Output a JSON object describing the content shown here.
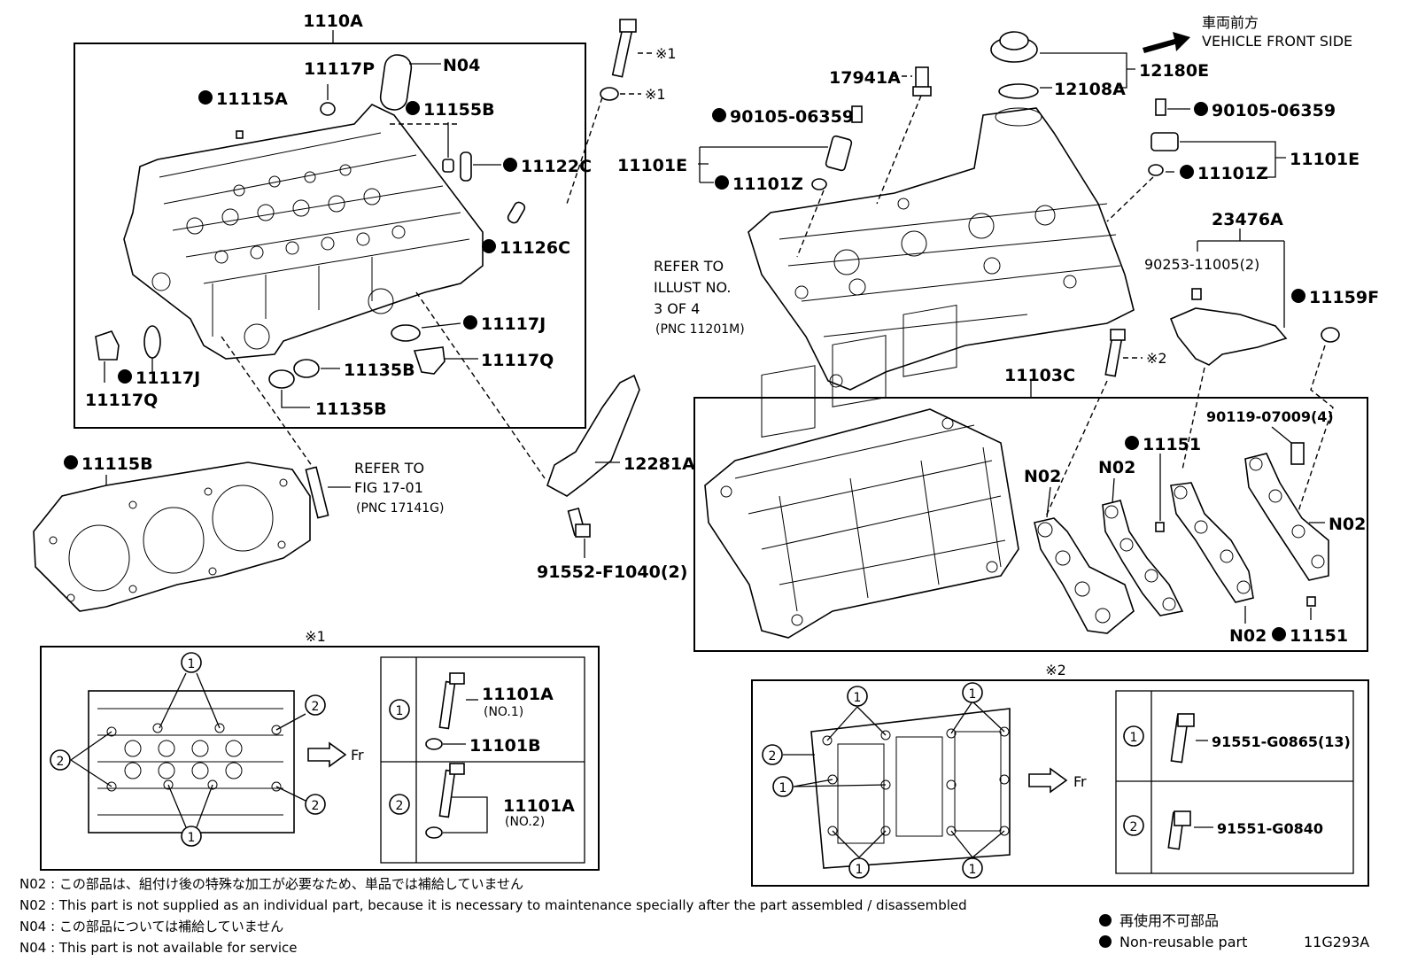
{
  "diagram": {
    "code": "11G293A",
    "direction": {
      "jp": "車両前方",
      "en": "VEHICLE FRONT SIDE"
    },
    "labels": {
      "p1110A": "1110A",
      "p11117P": "11117P",
      "pN04": "N04",
      "p11115A": "11115A",
      "p11155B": "11155B",
      "p11122C": "11122C",
      "p11126C": "11126C",
      "p11117J_right": "11117J",
      "p11117J_left": "11117J",
      "p11117Q_left": "11117Q",
      "p11117Q_right": "11117Q",
      "p11135B_a": "11135B",
      "p11135B_b": "11135B",
      "p11115B": "11115B",
      "refer_fig1": "REFER TO",
      "refer_fig2": "FIG 17-01",
      "refer_fig3": "(PNC 17141G)",
      "p12281A": "12281A",
      "p91552": "91552-F1040(2)",
      "mark1_top": "※1",
      "mark1_top2": "※1",
      "p17941A": "17941A",
      "p90105_left": "90105-06359",
      "p11101E_left": "11101E",
      "p11101Z_left": "11101Z",
      "refer_illust1": "REFER TO",
      "refer_illust2": "ILLUST NO.",
      "refer_illust3": "3 OF 4",
      "refer_illust4": "(PNC 11201M)",
      "p12180E": "12180E",
      "p12108A": "12108A",
      "p90105_right": "90105-06359",
      "p11101E_right": "11101E",
      "p11101Z_right": "11101Z",
      "p23476A": "23476A",
      "p90253": "90253-11005(2)",
      "p11159F": "11159F",
      "mark2_top": "※2",
      "p11103C": "11103C",
      "p90119": "90119-07009(4)",
      "n02_a": "N02",
      "n02_b": "N02",
      "n02_c": "N02",
      "n02_d": "N02",
      "p11151_a": "11151",
      "p11151_b": "11151"
    },
    "inset1": {
      "title": "※1",
      "fr": "Fr",
      "c1": "1",
      "c2": "2",
      "p11101A_1": "11101A",
      "p11101A_1_sub": "(NO.1)",
      "p11101B": "11101B",
      "p11101A_2": "11101A",
      "p11101A_2_sub": "(NO.2)"
    },
    "inset2": {
      "title": "※2",
      "fr": "Fr",
      "c1": "1",
      "c2": "2",
      "p91551_G0865": "91551-G0865(13)",
      "p91551_G0840": "91551-G0840"
    },
    "legend": {
      "jp": "再使用不可部品",
      "en": "Non-reusable part"
    },
    "notes": [
      "N02 : この部品は、組付け後の特殊な加工が必要なため、単品では補給していません",
      "N02 : This part is not supplied as an individual part, because it is necessary to maintenance specially after the part assembled / disassembled",
      "N04 : この部品については補給していません",
      "N04 : This part is not available for service"
    ]
  }
}
